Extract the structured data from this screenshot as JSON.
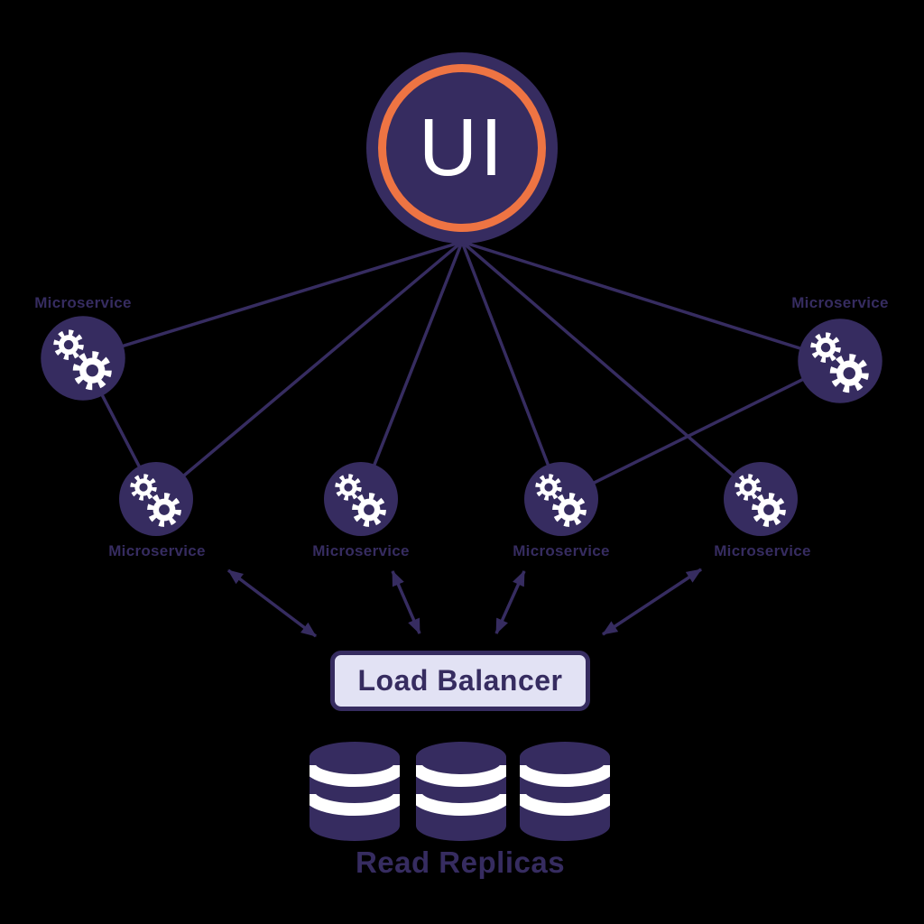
{
  "title": "UI to microservices architecture diagram",
  "colors": {
    "navy": "#362C60",
    "orange_ring": "#EE7443",
    "load_balancer_fill": "#E2E2F4",
    "icon_white": "#FFFFFF",
    "background": "#000000"
  },
  "nodes": {
    "ui": {
      "label": "UI"
    },
    "microservices": [
      {
        "id": "top-left",
        "label": "Microservice",
        "icon": "gear-icon",
        "label_position": "above"
      },
      {
        "id": "top-right",
        "label": "Microservice",
        "icon": "gear-icon",
        "label_position": "above"
      },
      {
        "id": "mid-1",
        "label": "Microservice",
        "icon": "gear-icon",
        "label_position": "below"
      },
      {
        "id": "mid-2",
        "label": "Microservice",
        "icon": "gear-icon",
        "label_position": "below"
      },
      {
        "id": "mid-3",
        "label": "Microservice",
        "icon": "gear-icon",
        "label_position": "below"
      },
      {
        "id": "mid-4",
        "label": "Microservice",
        "icon": "gear-icon",
        "label_position": "below"
      }
    ],
    "load_balancer": {
      "label": "Load Balancer"
    },
    "read_replicas": {
      "label": "Read Replicas",
      "count": 3,
      "icon": "database-icon"
    }
  },
  "edges": [
    {
      "from": "ui",
      "to": "microservice-top-left",
      "type": "line"
    },
    {
      "from": "ui",
      "to": "microservice-mid-1",
      "type": "line"
    },
    {
      "from": "ui",
      "to": "microservice-mid-2",
      "type": "line"
    },
    {
      "from": "ui",
      "to": "microservice-mid-3",
      "type": "line"
    },
    {
      "from": "ui",
      "to": "microservice-mid-4",
      "type": "line"
    },
    {
      "from": "ui",
      "to": "microservice-top-right",
      "type": "line"
    },
    {
      "from": "microservice-top-left",
      "to": "microservice-mid-1",
      "type": "line"
    },
    {
      "from": "microservice-top-right",
      "to": "microservice-mid-3",
      "type": "line"
    },
    {
      "from": "microservice-mid-1",
      "to": "load-balancer",
      "type": "double-arrow"
    },
    {
      "from": "microservice-mid-2",
      "to": "load-balancer",
      "type": "double-arrow"
    },
    {
      "from": "microservice-mid-3",
      "to": "load-balancer",
      "type": "double-arrow"
    },
    {
      "from": "microservice-mid-4",
      "to": "load-balancer",
      "type": "double-arrow"
    }
  ]
}
